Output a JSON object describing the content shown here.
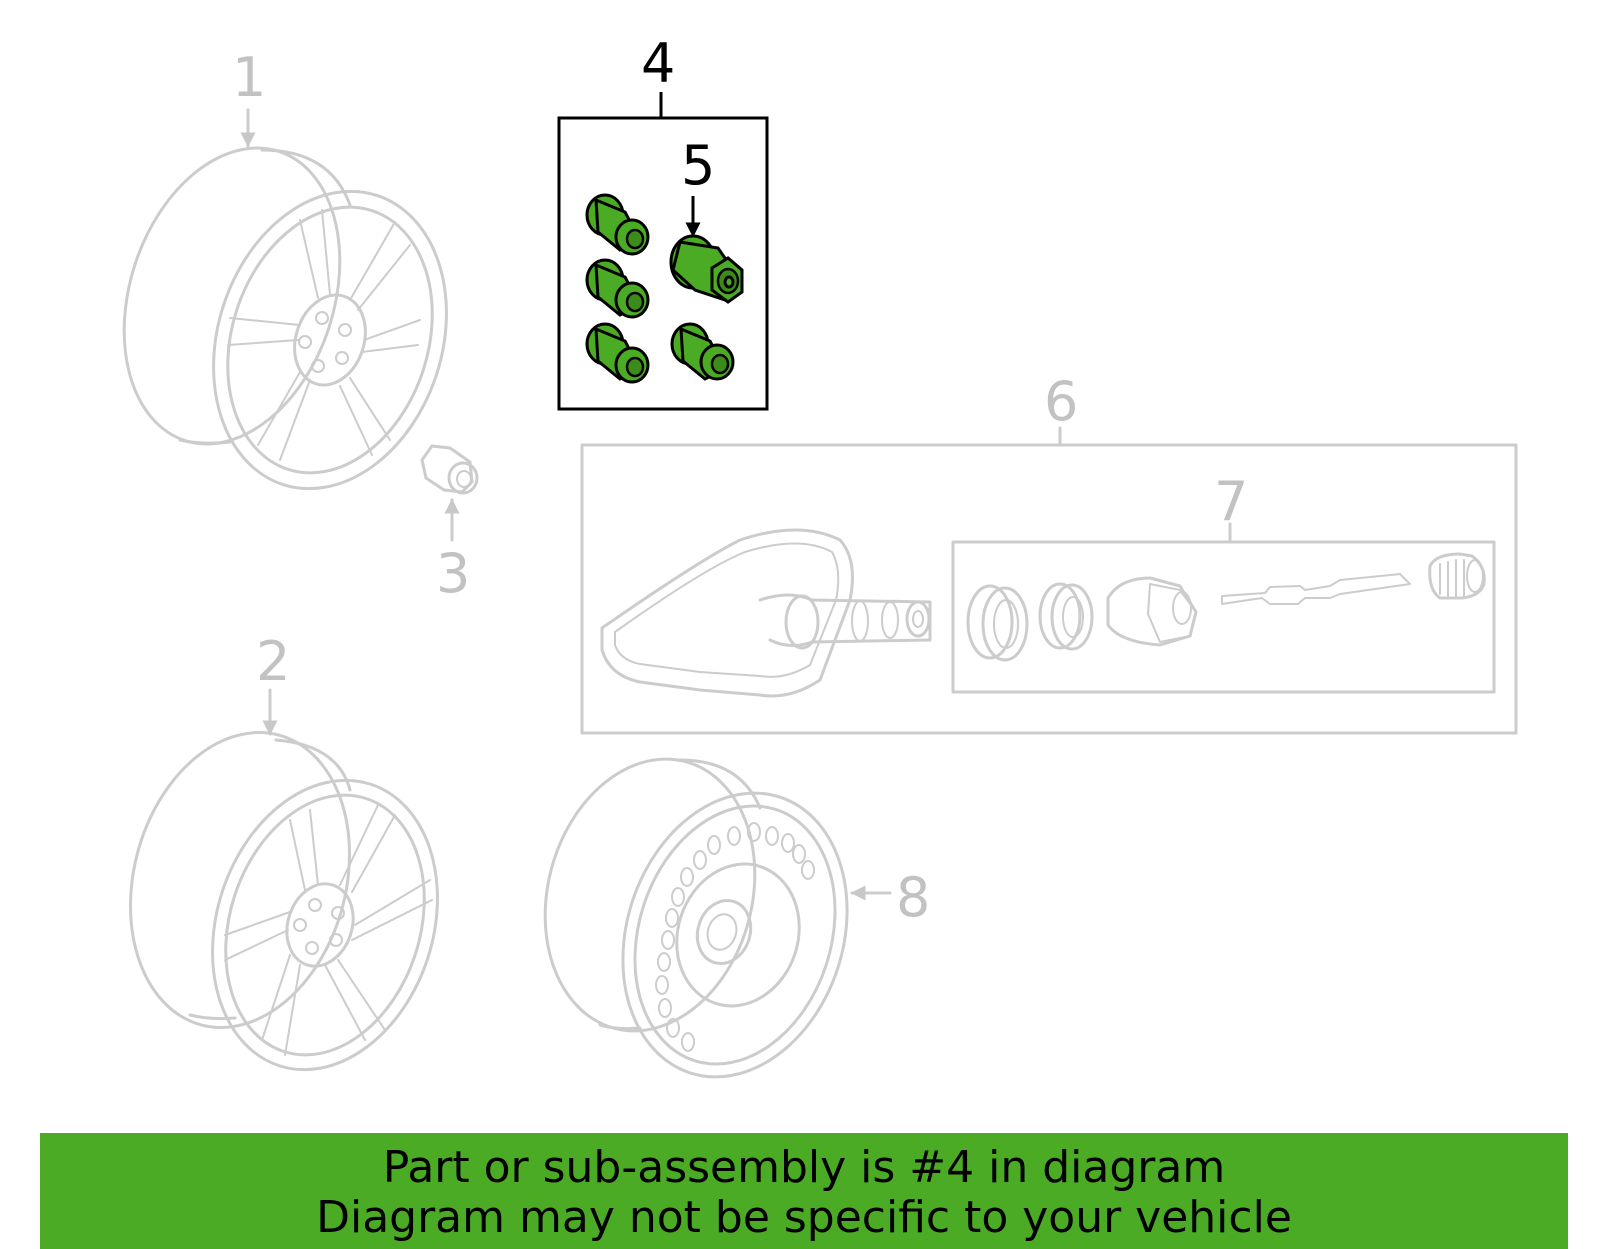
{
  "callouts": {
    "c1": "1",
    "c2": "2",
    "c3": "3",
    "c4": "4",
    "c5": "5",
    "c6": "6",
    "c7": "7",
    "c8": "8"
  },
  "banner": {
    "line1": "Part or sub-assembly is #4 in diagram",
    "line2": "Diagram may not be specific to your vehicle"
  },
  "colors": {
    "highlight": "#4bab24",
    "outline_gray": "#cccccc",
    "text_black": "#000000"
  }
}
